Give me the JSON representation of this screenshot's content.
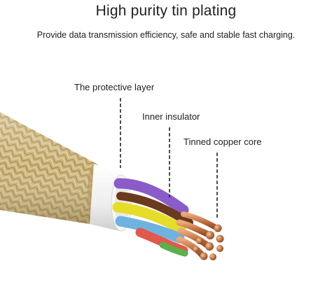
{
  "header": {
    "title": "High purity tin plating",
    "subtitle": "Provide data transmission efficiency, safe and stable fast charging."
  },
  "callouts": {
    "protective_layer": "The protective layer",
    "inner_insulator": "Inner insulator",
    "copper_core": "Tinned copper core"
  },
  "colors": {
    "braid": "#c9b27a",
    "jacket": "#f4f4f4",
    "purple": "#8a5cc9",
    "yellow": "#e6dc2a",
    "blue": "#6fb2e0",
    "brown": "#6b3a1e",
    "red": "#e2584c",
    "green": "#5bb04a",
    "copper": "#c87a4a"
  }
}
